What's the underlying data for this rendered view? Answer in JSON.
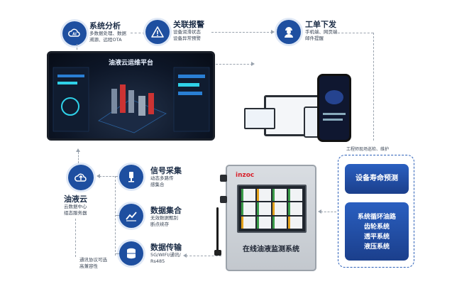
{
  "top_row": {
    "analysis": {
      "title": "系统分析",
      "line1": "多数据处理、数据",
      "line2": "溯源、远程OTA",
      "icon": "ai-cloud-icon"
    },
    "alarm": {
      "title": "关联报警",
      "line1": "设备润滑状态",
      "line2": "设备异常预警",
      "icon": "warning-icon"
    },
    "workorder": {
      "title": "工单下发",
      "line1": "手机端、网页端",
      "line2": "邮件提醒",
      "icon": "engineer-icon"
    }
  },
  "dashboard": {
    "title": "油液云运维平台"
  },
  "engineer_note": "工程师现场巡检、维护",
  "panel": {
    "box1": "设备寿命预测",
    "box2_lines": [
      "系统循环油路",
      "齿轮系统",
      "透平系统",
      "液压系统"
    ]
  },
  "left_features": {
    "signal": {
      "title": "信号采集",
      "line1": "动态多路传",
      "line2": "感集合",
      "icon": "sensor-icon"
    },
    "data": {
      "title": "数据集合",
      "line1": "无效数据甄别",
      "line2": "断点续存",
      "icon": "chart-icon"
    },
    "transfer": {
      "title": "数据传输",
      "line1": "5G/WIFI/通讯/",
      "line2": "Rs485",
      "icon": "database-icon"
    }
  },
  "cloud": {
    "title": "油液云",
    "line1": "云数据中心",
    "line2": "组态服务器",
    "icon": "cloud-upload-icon"
  },
  "protocol_note": {
    "line1": "通讯协议可选",
    "line2": "高兼容性"
  },
  "cabinet": {
    "brand": "inzoc",
    "label": "在线油液监测系统"
  },
  "colors": {
    "primary": "#1e4fa0",
    "panel_border": "#2b5fb8",
    "alert_red": "#d8202a"
  }
}
